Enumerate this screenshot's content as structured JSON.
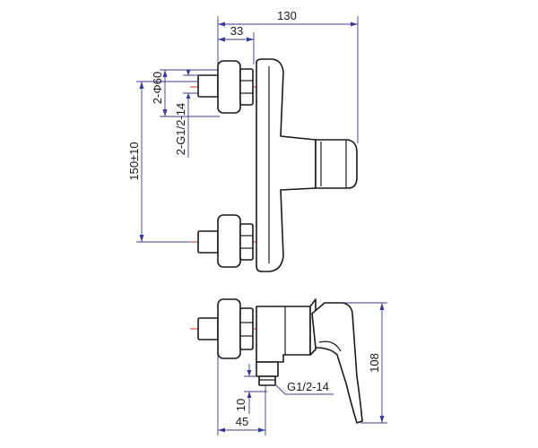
{
  "colors": {
    "outline": "#1a1a1a",
    "dimension_line": "#3b3b8f",
    "centerline": "#d03030",
    "background": "#ffffff"
  },
  "dimensions": {
    "overall_width": "130",
    "nut_offset": "33",
    "flange_diameter": "2-Φ60",
    "inlet_thread": "2-G1/2-14",
    "inlet_spacing": "150±10",
    "body_height": "108",
    "outlet_thread": "G1/2-14",
    "outlet_depth": "10",
    "outlet_offset": "45"
  }
}
